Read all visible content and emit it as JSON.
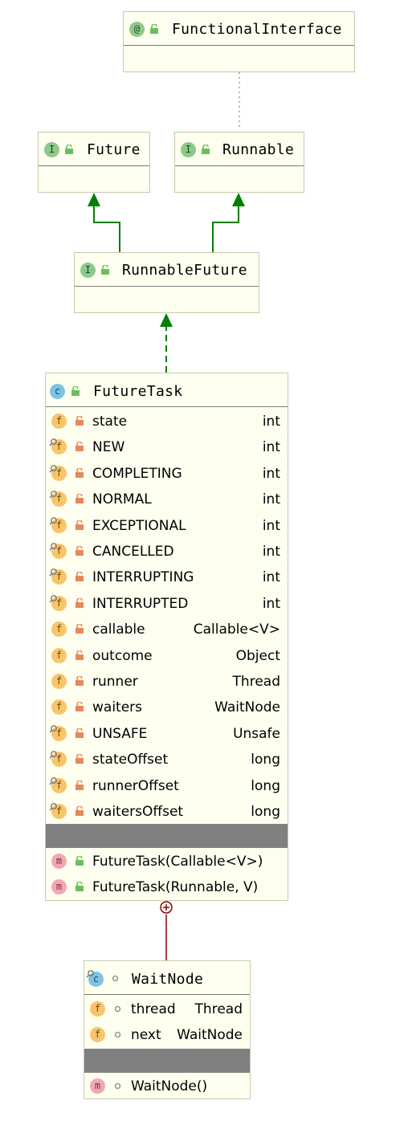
{
  "interfaces": {
    "functional_interface": {
      "title": "FunctionalInterface",
      "badge": "@"
    },
    "future": {
      "title": "Future",
      "badge": "I"
    },
    "runnable": {
      "title": "Runnable",
      "badge": "I"
    },
    "runnable_future": {
      "title": "RunnableFuture",
      "badge": "I"
    }
  },
  "future_task": {
    "title": "FutureTask",
    "badge": "c",
    "fields": [
      {
        "name": "state",
        "type": "int",
        "static": false
      },
      {
        "name": "NEW",
        "type": "int",
        "static": true
      },
      {
        "name": "COMPLETING",
        "type": "int",
        "static": true
      },
      {
        "name": "NORMAL",
        "type": "int",
        "static": true
      },
      {
        "name": "EXCEPTIONAL",
        "type": "int",
        "static": true
      },
      {
        "name": "CANCELLED",
        "type": "int",
        "static": true
      },
      {
        "name": "INTERRUPTING",
        "type": "int",
        "static": true
      },
      {
        "name": "INTERRUPTED",
        "type": "int",
        "static": true
      },
      {
        "name": "callable",
        "type": "Callable<V>",
        "static": false
      },
      {
        "name": "outcome",
        "type": "Object",
        "static": false
      },
      {
        "name": "runner",
        "type": "Thread",
        "static": false
      },
      {
        "name": "waiters",
        "type": "WaitNode",
        "static": false
      },
      {
        "name": "UNSAFE",
        "type": "Unsafe",
        "static": true
      },
      {
        "name": "stateOffset",
        "type": "long",
        "static": true
      },
      {
        "name": "runnerOffset",
        "type": "long",
        "static": true
      },
      {
        "name": "waitersOffset",
        "type": "long",
        "static": true
      }
    ],
    "methods": [
      {
        "name": "FutureTask(Callable<V>)"
      },
      {
        "name": "FutureTask(Runnable, V)"
      }
    ]
  },
  "wait_node": {
    "title": "WaitNode",
    "badge": "c",
    "fields": [
      {
        "name": "thread",
        "type": "Thread"
      },
      {
        "name": "next",
        "type": "WaitNode"
      }
    ],
    "methods": [
      {
        "name": "WaitNode()"
      }
    ]
  },
  "badges": {
    "field": "f",
    "method": "m"
  },
  "colors": {
    "box_fill": "#fffff0",
    "inheritance_arrow": "#008000",
    "annotation_link": "#b5893a",
    "inner_class_link": "#8b0000",
    "separator": "#808080"
  }
}
